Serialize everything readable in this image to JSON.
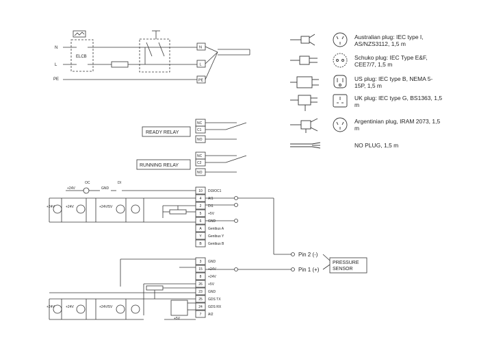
{
  "power": {
    "n": "N",
    "l": "L",
    "pe": "PE",
    "elcb": "ELCB",
    "term_n": "N",
    "term_l": "L",
    "term_pe": "PE"
  },
  "plugs": [
    {
      "label": "Australian plug: IEC type I, AS/NZS3112, 1,5 m"
    },
    {
      "label": "Schuko plug: IEC Type E&F, CEE7/7, 1,5 m"
    },
    {
      "label": "US plug: IEC type B, NEMA 5-15P, 1,5 m"
    },
    {
      "label": "UK plug: IEC type G, BS1363, 1,5 m"
    },
    {
      "label": "Argentinian plug, IRAM 2073, 1,5 m"
    },
    {
      "label": "NO PLUG, 1,5 m"
    }
  ],
  "relays": {
    "ready": "READY RELAY",
    "running": "RUNNING RELAY",
    "nc": "NC",
    "c1": "C1",
    "c2": "C2",
    "no": "NO"
  },
  "io": {
    "oc": "OC",
    "di": "DI",
    "gnd": "GND",
    "v24": "+24V",
    "v24_5": "+24V/5V",
    "v5": "+5V"
  },
  "terminals_top": [
    {
      "num": "10",
      "label": "DI3/OC1"
    },
    {
      "num": "4",
      "label": "AI1"
    },
    {
      "num": "2",
      "label": "DI1"
    },
    {
      "num": "5",
      "label": "+5V"
    },
    {
      "num": "6",
      "label": "GND"
    },
    {
      "num": "A",
      "label": "Genibus A"
    },
    {
      "num": "Y",
      "label": "Genibus Y"
    },
    {
      "num": "B",
      "label": "Genibus B"
    }
  ],
  "terminals_bottom": [
    {
      "num": "3",
      "label": "GND"
    },
    {
      "num": "15",
      "label": "+24V"
    },
    {
      "num": "8",
      "label": "+24V"
    },
    {
      "num": "26",
      "label": "+5V"
    },
    {
      "num": "23",
      "label": "GND"
    },
    {
      "num": "25",
      "label": "GDS TX"
    },
    {
      "num": "24",
      "label": "GDS RX"
    },
    {
      "num": "7",
      "label": "AI2"
    }
  ],
  "sensor": {
    "pin2": "Pin 2 (-)",
    "pin1": "Pin 1 (+)",
    "label_line1": "PRESSURE",
    "label_line2": "SENSOR"
  }
}
